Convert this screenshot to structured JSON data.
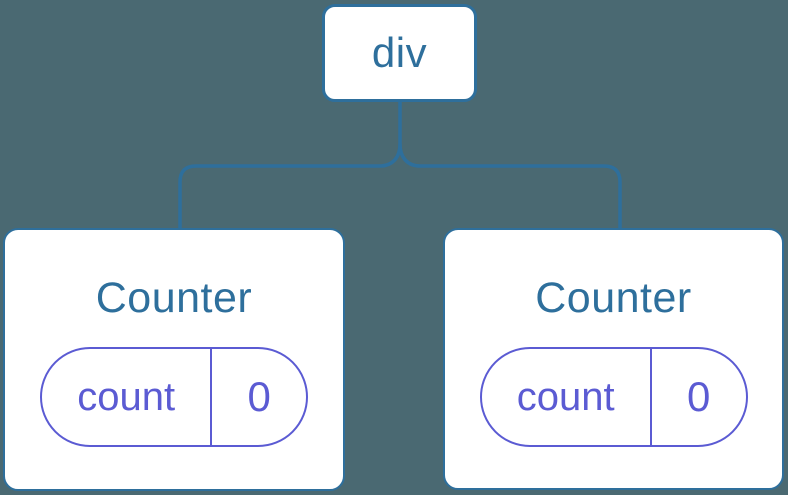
{
  "colors": {
    "background": "#4A6972",
    "line-blue": "#2E6F9C",
    "text-blue": "#2E6F9C",
    "accent-purple": "#5B5BD3",
    "node-bg": "#FFFFFF"
  },
  "diagram": {
    "root_label": "div",
    "children": [
      {
        "title": "Counter",
        "state_key": "count",
        "state_value": "0"
      },
      {
        "title": "Counter",
        "state_key": "count",
        "state_value": "0"
      }
    ]
  }
}
